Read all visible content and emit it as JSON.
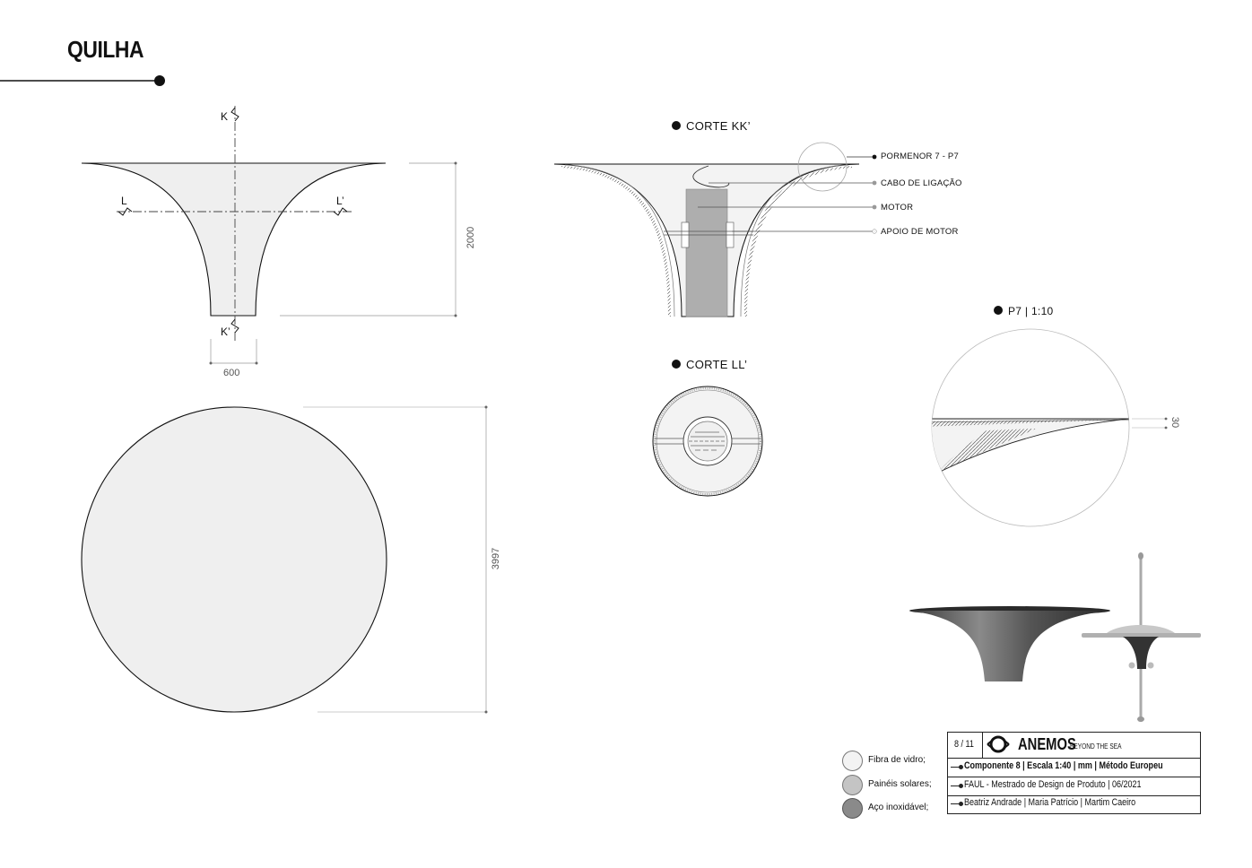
{
  "title": "QUILHA",
  "section_marks": {
    "k_top": "K",
    "k_bottom": "K’",
    "l_left": "L",
    "l_right": "L’"
  },
  "dimensions": {
    "height": "2000",
    "base_width": "600",
    "diameter": "3997",
    "detail_thickness": "30"
  },
  "sections": {
    "kk": "CORTE  KK’",
    "ll": "CORTE  LL’",
    "detail": "P7 | 1:10"
  },
  "callouts": [
    {
      "id": "pormenor",
      "label": "PORMENOR 7 - P7"
    },
    {
      "id": "cabo",
      "label": "CABO DE LIGAÇÃO"
    },
    {
      "id": "motor",
      "label": "MOTOR"
    },
    {
      "id": "apoio",
      "label": "APOIO DE MOTOR"
    }
  ],
  "legend": [
    {
      "label": "Fibra de vidro;",
      "color": "#f3f3f3"
    },
    {
      "label": "Painéis solares;",
      "color": "#c4c4c4"
    },
    {
      "label": "Aço inoxidável;",
      "color": "#8a8a8a"
    }
  ],
  "title_block": {
    "page": "8 / 11",
    "brand": "ANEMOS",
    "tagline": "BEYOND THE SEA",
    "spec": "Componente 8   |  Escala 1:40  |  mm  |  Método Europeu",
    "school": "FAUL - Mestrado de Design de Produto  | 06/2021",
    "authors": "Beatriz Andrade  |  Maria Patrício  |  Martim Caeiro"
  }
}
